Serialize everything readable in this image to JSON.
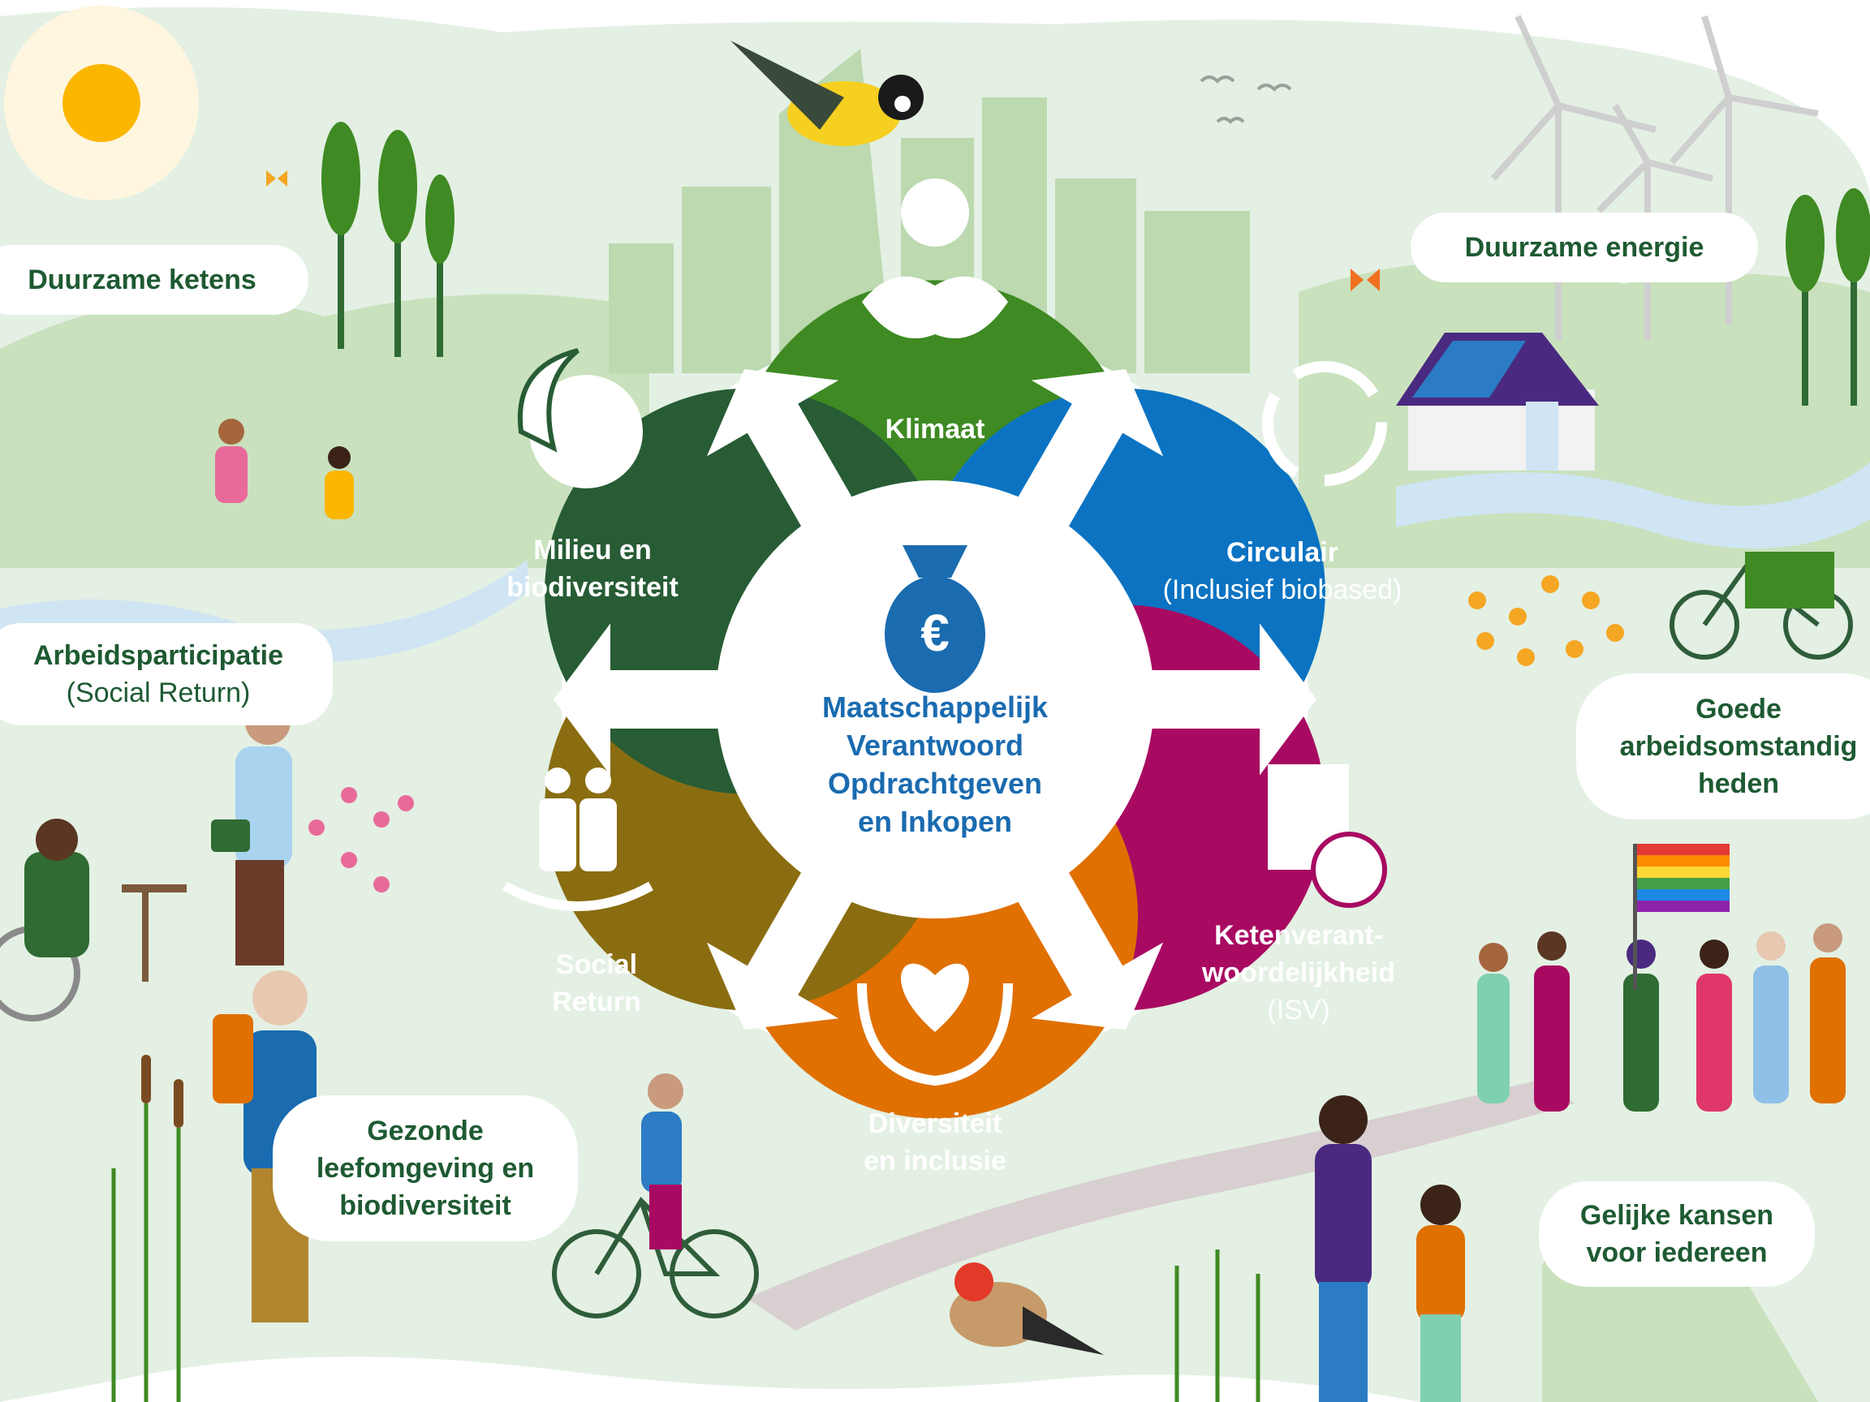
{
  "center": {
    "lines": [
      "Maatschappelijk",
      "Verantwoord",
      "Opdrachtgeven",
      "en Inkopen"
    ]
  },
  "segments": [
    {
      "id": "klimaat",
      "lines": [
        "Klimaat"
      ],
      "color": "#3f8a23",
      "icon": "globe-handshake-icon"
    },
    {
      "id": "circulair",
      "lines": [
        "Circulair"
      ],
      "sub": "(Inclusief biobased)",
      "color": "#0b73c2",
      "icon": "recycle-arrows-icon"
    },
    {
      "id": "ketenverantwoordelijkheid",
      "lines": [
        "Ketenverant-",
        "woordelijkheid"
      ],
      "sub": "(ISV)",
      "color": "#a80a62",
      "icon": "document-globe-icon"
    },
    {
      "id": "diversiteit",
      "lines": [
        "Diversiteit",
        "en inclusie"
      ],
      "color": "#e07000",
      "icon": "heart-hands-icon"
    },
    {
      "id": "social-return",
      "lines": [
        "Social",
        "Return"
      ],
      "color": "#8a6d10",
      "icon": "people-hand-icon"
    },
    {
      "id": "milieu",
      "lines": [
        "Milieu en",
        "biodiversiteit"
      ],
      "color": "#275c35",
      "icon": "globe-leaf-icon"
    }
  ],
  "outer_labels": {
    "duurzame_ketens": "Duurzame ketens",
    "duurzame_energie": "Duurzame energie",
    "arbeidsparticipatie": {
      "main": "Arbeidsparticipatie",
      "sub": "(Social Return)"
    },
    "goede_arbeidsomstandigheden": [
      "Goede",
      "arbeidsomstandig",
      "heden"
    ],
    "gezonde_leefomgeving": [
      "Gezonde",
      "leefomgeving en",
      "biodiversiteit"
    ],
    "gelijke_kansen": [
      "Gelijke kansen",
      "voor iedereen"
    ]
  },
  "colors": {
    "background_green": "#e3f0e3",
    "hill_green": "#c9e1bd",
    "river_blue": "#cfe5f3",
    "text_green": "#1e5a32",
    "center_blue": "#1a6bb0",
    "sun": "#fbb600"
  },
  "illustration_icons": [
    "sun-icon",
    "tree-icon",
    "wind-turbine-icon",
    "solar-house-icon",
    "bird-icon",
    "butterfly-icon",
    "bicycle-icon",
    "rainbow-flag-icon",
    "wheelchair-icon"
  ]
}
